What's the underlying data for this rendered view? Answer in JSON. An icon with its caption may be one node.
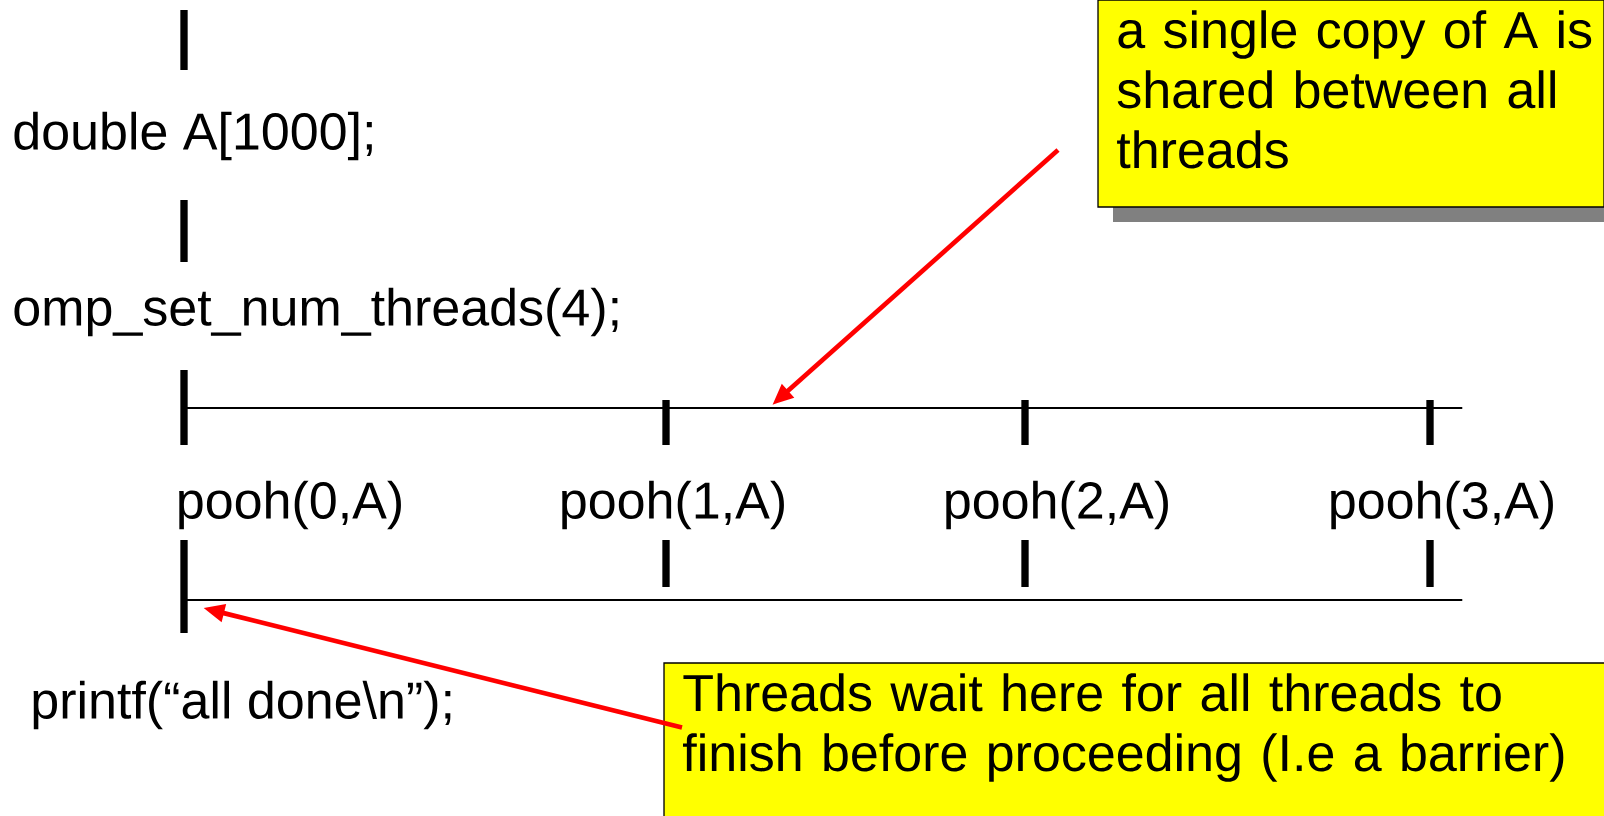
{
  "diagram": {
    "nodes": [
      {
        "text": [
          "double A[1000];"
        ]
      },
      {
        "text": [
          "omp_set_num_threads(4);"
        ]
      },
      {
        "text": [
          "pooh(0,A)"
        ]
      },
      {
        "text": [
          "pooh(1,A)"
        ]
      },
      {
        "text": [
          "pooh(2,A)"
        ]
      },
      {
        "text": [
          "pooh(3,A)"
        ]
      },
      {
        "text": [
          "printf(“all done\\n”);"
        ]
      },
      {
        "text": [
          "a single copy of A is shared between all threads"
        ]
      },
      {
        "text": [
          "Threads wait here for all threads to finish before proceeding (I.e a barrier)"
        ]
      },
      {
        "text": [],
        "shape": "bar"
      },
      {
        "text": [],
        "shape": "bar"
      }
    ],
    "edges": [
      {
        "from": 7,
        "to": 9,
        "arrow": "to",
        "color": "#ff0000"
      },
      {
        "from": 8,
        "to": 10,
        "arrow": "to",
        "color": "#ff0000"
      }
    ]
  }
}
